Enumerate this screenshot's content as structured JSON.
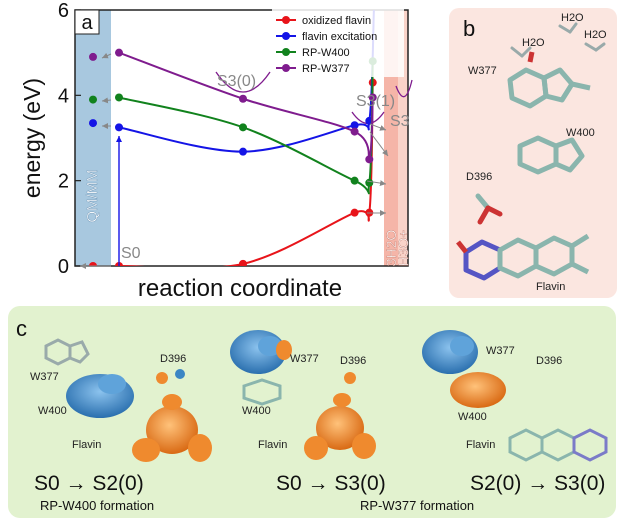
{
  "panel_a": {
    "label": "a",
    "ylabel": "energy (eV)",
    "xlabel": "reaction coordinate",
    "region_left": "QM/MM",
    "region_right_1": "3H2O",
    "region_right_2": "H3O+",
    "state_labels": {
      "s0": "S0",
      "s3_0": "S3(0)",
      "s3_1": "S3(1)",
      "s3": "S3"
    }
  },
  "panel_b": {
    "label": "b",
    "residues": [
      "W377",
      "W400",
      "D396",
      "Flavin"
    ],
    "water_label": "H2O"
  },
  "panel_c": {
    "label": "c",
    "sub1": {
      "residues": [
        "W377",
        "D396",
        "W400",
        "Flavin"
      ],
      "transition_from": "S0",
      "transition_to": "S2(0)",
      "caption": "RP-W400 formation"
    },
    "sub2": {
      "residues": [
        "W377",
        "D396",
        "W400",
        "Flavin"
      ],
      "transition_from": "S0",
      "transition_to": "S3(0)"
    },
    "sub3": {
      "residues": [
        "W377",
        "D396",
        "W400",
        "Flavin"
      ],
      "transition_from": "S2(0)",
      "transition_to": "S3(0)"
    },
    "caption_shared": "RP-W377 formation"
  },
  "colors": {
    "oxidized": "#e8141a",
    "excitation": "#1414e6",
    "rp_w400": "#11821d",
    "rp_w377": "#7f1c8e",
    "qmmm_band": "#a8c8df",
    "right_band": "#f5b5a8",
    "panel_b_bg": "#fbe6e0",
    "panel_c_bg": "#e2f2cf",
    "orbital_blue": "#3b86c4",
    "orbital_orange": "#ef8a2e"
  },
  "chart_data": {
    "type": "line",
    "xlabel": "reaction coordinate",
    "ylabel": "energy (eV)",
    "ylim": [
      0,
      6
    ],
    "yticks": [
      0,
      2,
      4,
      6
    ],
    "legend_position": "top-right",
    "series": [
      {
        "name": "oxidized flavin",
        "color_key": "oxidized",
        "x": [
          0.0,
          1.0,
          2.0,
          2.9,
          3.1,
          3.25
        ],
        "y": [
          0.0,
          0.0,
          0.05,
          1.25,
          1.25,
          4.3
        ]
      },
      {
        "name": "flavin excitation",
        "color_key": "excitation",
        "x": [
          0.0,
          1.0,
          2.0,
          2.9,
          3.1,
          3.3
        ],
        "y": [
          3.35,
          3.25,
          2.68,
          3.3,
          3.4,
          6.0
        ]
      },
      {
        "name": "RP-W400",
        "color_key": "rp_w400",
        "x": [
          0.0,
          1.0,
          2.0,
          2.9,
          3.1,
          3.25
        ],
        "y": [
          3.9,
          3.95,
          3.25,
          2.0,
          1.95,
          4.8
        ]
      },
      {
        "name": "RP-W377",
        "color_key": "rp_w377",
        "x": [
          0.0,
          1.0,
          2.0,
          2.9,
          3.1,
          3.25
        ],
        "y": [
          4.9,
          5.0,
          3.92,
          3.15,
          2.5,
          3.95
        ]
      }
    ]
  }
}
